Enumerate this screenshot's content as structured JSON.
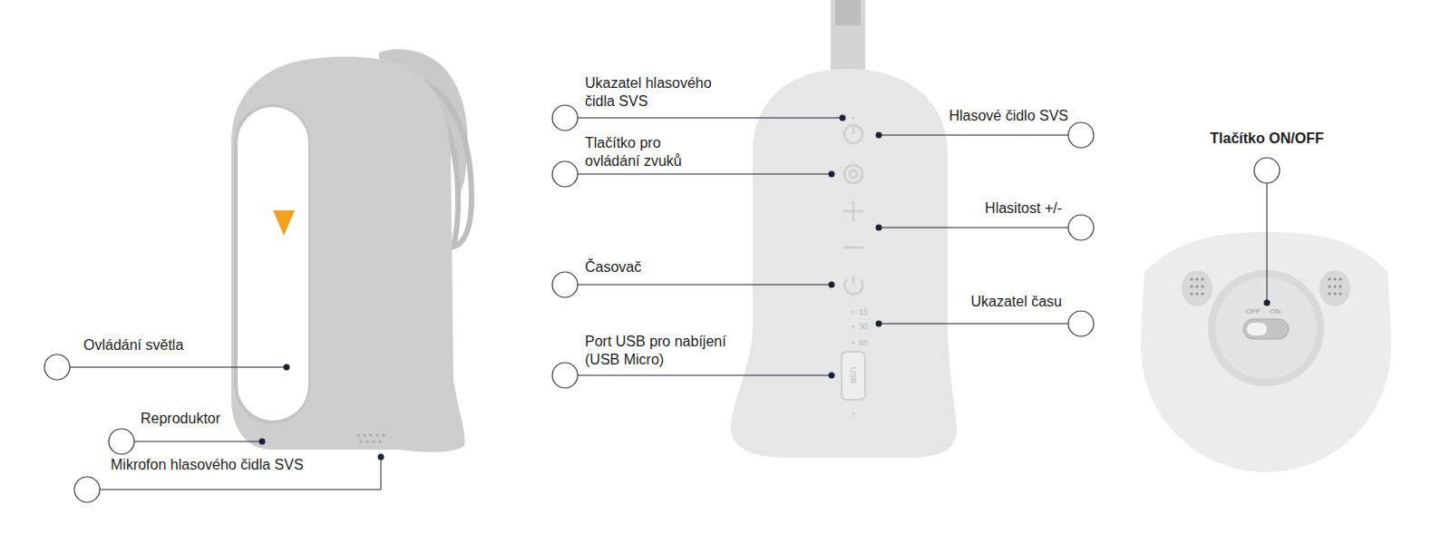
{
  "diagram": {
    "labels": [
      "Ukazatel hlasového čidla SVS",
      "Tlačítko pro ovládání zvuků",
      "Hlasové čidlo SVS",
      "Tlačítko ON/OFF",
      "Hlasitost +/-",
      "Časovač",
      "Ukazatel času",
      "Ovládání světla",
      "Port USB pro nabíjení (USB Micro)",
      "Reproduktor",
      "Mikrofon hlasového čidla SVS",
      "15",
      "30",
      "60",
      "USB",
      "OFF",
      "ON"
    ]
  }
}
